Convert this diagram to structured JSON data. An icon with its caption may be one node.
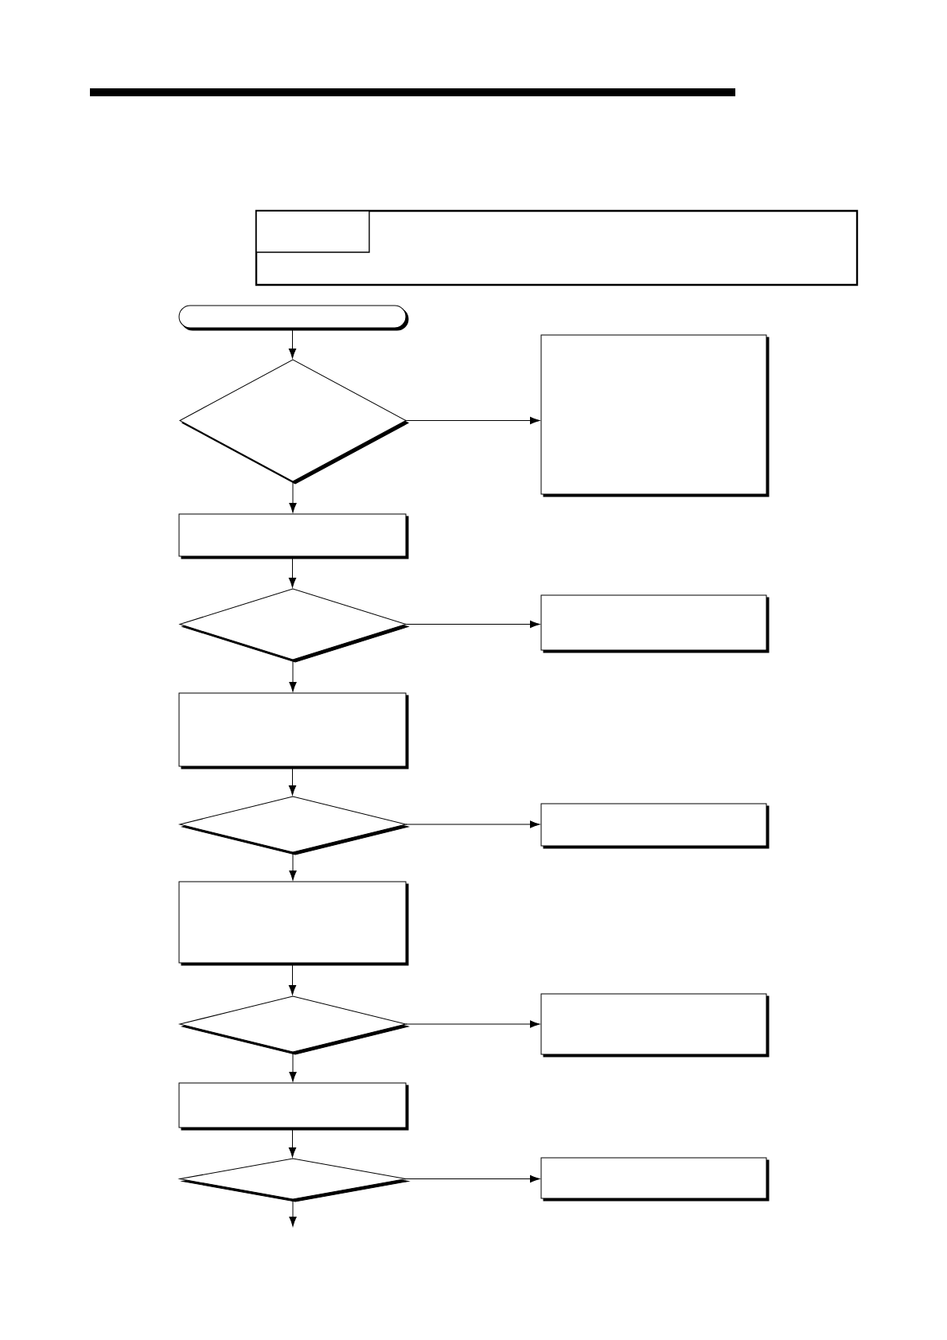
{
  "diagram": {
    "nodes": [
      {
        "text": [],
        "shape": "box"
      },
      {
        "text": [],
        "shape": "box",
        "in": 0
      },
      {
        "text": [],
        "shape": "pill"
      },
      {
        "text": [],
        "shape": "diamond"
      },
      {
        "text": [],
        "shape": "box"
      },
      {
        "text": [],
        "shape": "box"
      },
      {
        "text": [],
        "shape": "diamond"
      },
      {
        "text": [],
        "shape": "box"
      },
      {
        "text": [],
        "shape": "box"
      },
      {
        "text": [],
        "shape": "diamond"
      },
      {
        "text": [],
        "shape": "box"
      },
      {
        "text": [],
        "shape": "box"
      },
      {
        "text": [],
        "shape": "diamond"
      },
      {
        "text": [],
        "shape": "box"
      },
      {
        "text": [],
        "shape": "box"
      },
      {
        "text": [],
        "shape": "diamond"
      },
      {
        "text": [],
        "shape": "box"
      }
    ],
    "edges": [
      {
        "from": 2,
        "to": 3,
        "arrow": "to"
      },
      {
        "from": 3,
        "to": 4,
        "arrow": "to"
      },
      {
        "from": 3,
        "to": 5,
        "arrow": "to"
      },
      {
        "from": 5,
        "to": 6,
        "arrow": "to"
      },
      {
        "from": 6,
        "to": 7,
        "arrow": "to"
      },
      {
        "from": 6,
        "to": 8,
        "arrow": "to"
      },
      {
        "from": 8,
        "to": 9,
        "arrow": "to"
      },
      {
        "from": 9,
        "to": 10,
        "arrow": "to"
      },
      {
        "from": 9,
        "to": 11,
        "arrow": "to"
      },
      {
        "from": 11,
        "to": 12,
        "arrow": "to"
      },
      {
        "from": 12,
        "to": 13,
        "arrow": "to"
      },
      {
        "from": 12,
        "to": 14,
        "arrow": "to"
      },
      {
        "from": 14,
        "to": 15,
        "arrow": "to"
      },
      {
        "from": 15,
        "to": 16,
        "arrow": "to"
      },
      {
        "from": 15,
        "to": null,
        "arrow": "to"
      }
    ]
  }
}
